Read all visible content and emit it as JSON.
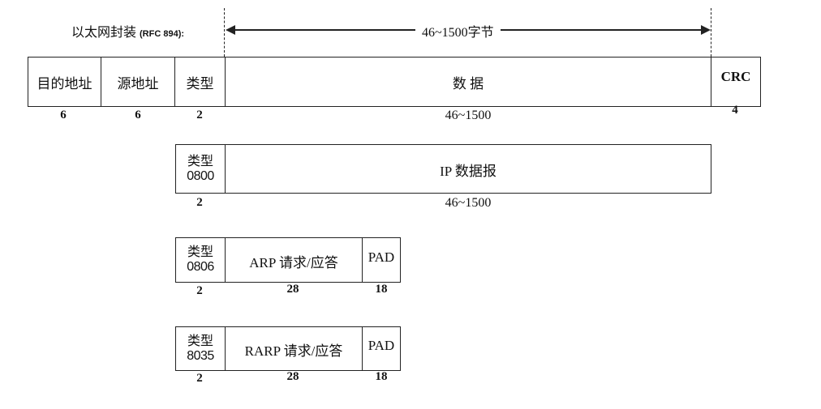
{
  "header": {
    "encap_label": "以太网封装",
    "encap_rfc": "(RFC 894):",
    "range_label": "46~1500字节"
  },
  "frame": {
    "fields": [
      {
        "label": "目的地址",
        "size": "6"
      },
      {
        "label": "源地址",
        "size": "6"
      },
      {
        "label": "类型",
        "size": "2"
      },
      {
        "label": "数 据",
        "size": "46~1500"
      },
      {
        "label": "CRC",
        "size": "4"
      }
    ]
  },
  "ip_row": {
    "type_label": "类型",
    "type_code": "0800",
    "type_size": "2",
    "payload_label": "IP 数据报",
    "payload_size": "46~1500"
  },
  "arp_row": {
    "type_label": "类型",
    "type_code": "0806",
    "type_size": "2",
    "payload_label": "ARP 请求/应答",
    "payload_size": "28",
    "pad_label": "PAD",
    "pad_size": "18"
  },
  "rarp_row": {
    "type_label": "类型",
    "type_code": "8035",
    "type_size": "2",
    "payload_label": "RARP 请求/应答",
    "payload_size": "28",
    "pad_label": "PAD",
    "pad_size": "18"
  }
}
